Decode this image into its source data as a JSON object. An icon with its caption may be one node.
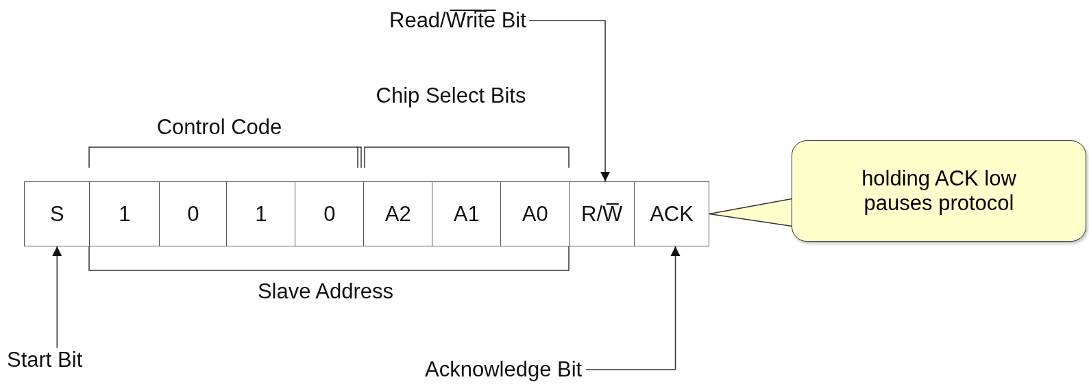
{
  "diagram": {
    "nodes": [
      {
        "text": [
          "S"
        ]
      },
      {
        "text": [
          "1"
        ]
      },
      {
        "text": [
          "0"
        ]
      },
      {
        "text": [
          "1"
        ]
      },
      {
        "text": [
          "0"
        ]
      },
      {
        "text": [
          "A2"
        ]
      },
      {
        "text": [
          "A1"
        ]
      },
      {
        "text": [
          "A0"
        ]
      },
      {
        "text": [
          "R/W̅"
        ]
      },
      {
        "text": [
          "ACK"
        ]
      },
      {
        "text": [
          "holding ACK low pauses protocol"
        ]
      },
      {
        "text": [
          "Read/W̅r̅i̅t̅e̅ Bit"
        ]
      },
      {
        "text": [
          "Start Bit"
        ]
      },
      {
        "text": [
          "Acknowledge Bit"
        ]
      }
    ],
    "edges": [
      {
        "from": 10,
        "to": 9,
        "arrow": "none"
      },
      {
        "from": 11,
        "to": 8,
        "arrow": "to"
      },
      {
        "from": 12,
        "to": 0,
        "arrow": "to"
      },
      {
        "from": 13,
        "to": 9,
        "arrow": "to"
      }
    ],
    "labels": [
      "Chip Select Bits",
      "Control Code",
      "Slave Address"
    ]
  }
}
